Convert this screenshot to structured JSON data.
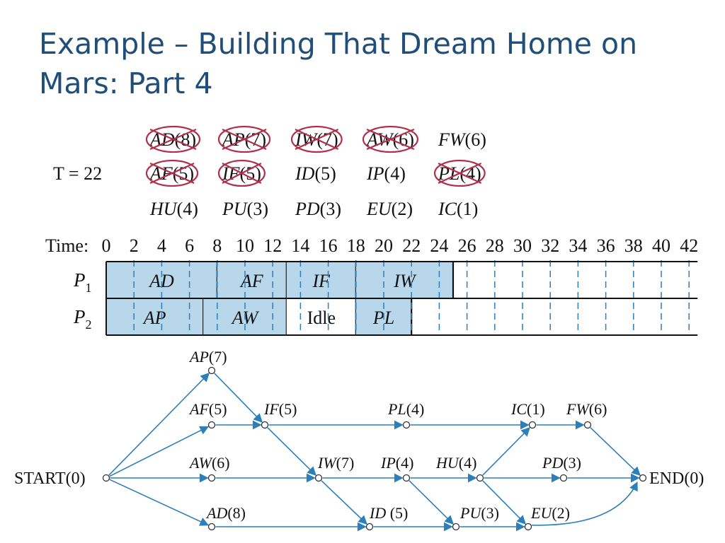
{
  "slide": {
    "title_line1": "Example – Building That Dream Home on",
    "title_line2": "Mars:  Part 4"
  },
  "priority_list": {
    "time_label": "T = 22",
    "rows": [
      [
        {
          "task": "AD",
          "dur": "(8)",
          "crossed": true
        },
        {
          "task": "AP",
          "dur": "(7)",
          "crossed": true
        },
        {
          "task": "IW",
          "dur": "(7)",
          "crossed": true
        },
        {
          "task": "AW",
          "dur": "(6)",
          "crossed": true
        },
        {
          "task": "FW",
          "dur": "(6)",
          "crossed": false
        }
      ],
      [
        {
          "task": "AF",
          "dur": "(5)",
          "crossed": true
        },
        {
          "task": "IF",
          "dur": "(5)",
          "crossed": true
        },
        {
          "task": "ID",
          "dur": "(5)",
          "crossed": false
        },
        {
          "task": "IP",
          "dur": "(4)",
          "crossed": false
        },
        {
          "task": "PL",
          "dur": "(4)",
          "crossed": true
        }
      ],
      [
        {
          "task": "HU",
          "dur": "(4)",
          "crossed": false
        },
        {
          "task": "PU",
          "dur": "(3)",
          "crossed": false
        },
        {
          "task": "PD",
          "dur": "(3)",
          "crossed": false
        },
        {
          "task": "EU",
          "dur": "(2)",
          "crossed": false
        },
        {
          "task": "IC",
          "dur": "(1)",
          "crossed": false
        }
      ]
    ]
  },
  "timeline": {
    "time_label": "Time:",
    "ticks": [
      "0",
      "2",
      "4",
      "6",
      "8",
      "10",
      "12",
      "14",
      "16",
      "18",
      "20",
      "22",
      "24",
      "26",
      "28",
      "30",
      "32",
      "34",
      "36",
      "38",
      "40",
      "42"
    ],
    "processors": [
      {
        "name": "P",
        "sub": "1",
        "blocks": [
          {
            "label": "AD",
            "start": 0,
            "end": 8,
            "filled": true,
            "italic": true
          },
          {
            "label": "AF",
            "start": 8,
            "end": 13,
            "filled": true,
            "italic": true
          },
          {
            "label": "IF",
            "start": 13,
            "end": 18,
            "filled": true,
            "italic": true
          },
          {
            "label": "IW",
            "start": 18,
            "end": 25,
            "filled": true,
            "italic": true
          }
        ]
      },
      {
        "name": "P",
        "sub": "2",
        "blocks": [
          {
            "label": "AP",
            "start": 0,
            "end": 7,
            "filled": true,
            "italic": true
          },
          {
            "label": "AW",
            "start": 7,
            "end": 13,
            "filled": true,
            "italic": true
          },
          {
            "label": "Idle",
            "start": 13,
            "end": 18,
            "filled": false,
            "italic": false
          },
          {
            "label": "PL",
            "start": 18,
            "end": 22,
            "filled": true,
            "italic": true
          }
        ]
      }
    ]
  },
  "digraph": {
    "nodes": [
      {
        "id": "START",
        "label": "START(0)",
        "italic": false
      },
      {
        "id": "AP",
        "task": "AP",
        "dur": "(7)"
      },
      {
        "id": "AF",
        "task": "AF",
        "dur": "(5)"
      },
      {
        "id": "IF",
        "task": "IF",
        "dur": "(5)"
      },
      {
        "id": "PL",
        "task": "PL",
        "dur": "(4)"
      },
      {
        "id": "IC",
        "task": "IC",
        "dur": "(1)"
      },
      {
        "id": "FW",
        "task": "FW",
        "dur": "(6)"
      },
      {
        "id": "AW",
        "task": "AW",
        "dur": "(6)"
      },
      {
        "id": "IW",
        "task": "IW",
        "dur": "(7)"
      },
      {
        "id": "IP",
        "task": "IP",
        "dur": "(4)"
      },
      {
        "id": "HU",
        "task": "HU",
        "dur": "(4)"
      },
      {
        "id": "PD",
        "task": "PD",
        "dur": "(3)"
      },
      {
        "id": "AD",
        "task": "AD",
        "dur": "(8)"
      },
      {
        "id": "ID",
        "task": "ID",
        "dur": " (5)"
      },
      {
        "id": "PU",
        "task": "PU",
        "dur": "(3)"
      },
      {
        "id": "EU",
        "task": "EU",
        "dur": "(2)"
      },
      {
        "id": "END",
        "label": "END(0)",
        "italic": false
      }
    ],
    "edges": [
      [
        "START",
        "AP"
      ],
      [
        "START",
        "AF"
      ],
      [
        "START",
        "AW"
      ],
      [
        "START",
        "AD"
      ],
      [
        "AP",
        "IF"
      ],
      [
        "AF",
        "IF"
      ],
      [
        "IF",
        "PL"
      ],
      [
        "IF",
        "IW"
      ],
      [
        "PL",
        "IC"
      ],
      [
        "IC",
        "FW"
      ],
      [
        "FW",
        "END"
      ],
      [
        "AW",
        "IW"
      ],
      [
        "IW",
        "IP"
      ],
      [
        "IW",
        "ID"
      ],
      [
        "IP",
        "HU"
      ],
      [
        "IP",
        "PU"
      ],
      [
        "HU",
        "IC"
      ],
      [
        "HU",
        "PD"
      ],
      [
        "HU",
        "EU"
      ],
      [
        "PD",
        "END"
      ],
      [
        "AD",
        "ID"
      ],
      [
        "ID",
        "PU"
      ],
      [
        "PU",
        "EU"
      ],
      [
        "EU",
        "END"
      ]
    ]
  },
  "colors": {
    "title": "#1f4e79",
    "block_fill": "#b9d7ea",
    "arrow": "#2c7fb8",
    "cross": "#b0304b",
    "text": "#111111"
  }
}
